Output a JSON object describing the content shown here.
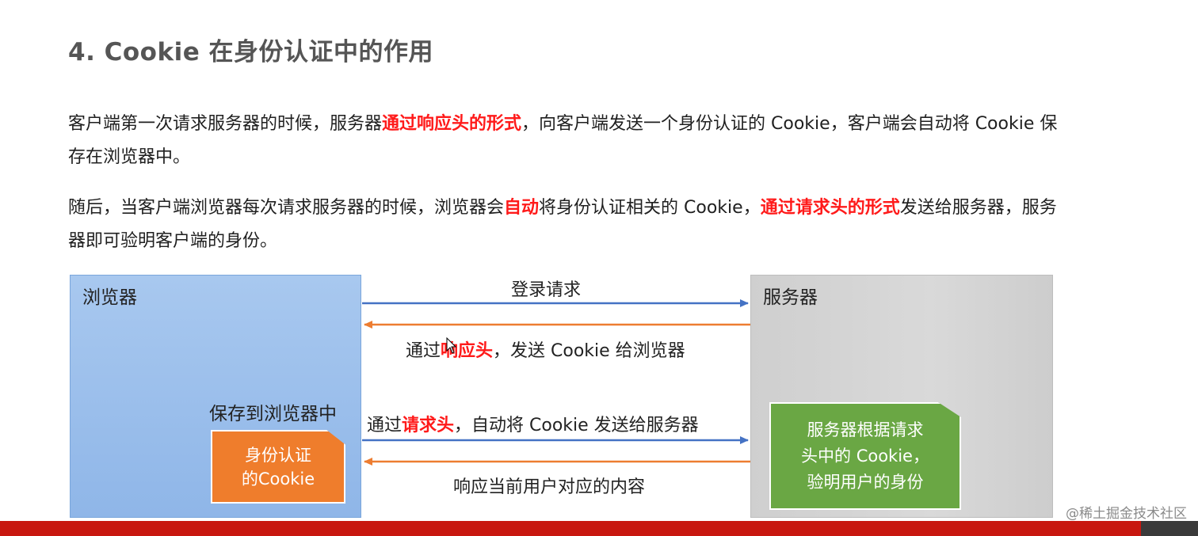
{
  "title": "4. Cookie 在身份认证中的作用",
  "paragraph1": {
    "part1": "客户端第一次请求服务器的时候，服务器",
    "highlight1": "通过响应头的形式",
    "part2": "，向客户端发送一个身份认证的 Cookie，客户端会自动将 Cookie 保存在浏览器中。"
  },
  "paragraph2": {
    "part1": "随后，当客户端浏览器每次请求服务器的时候，浏览器会",
    "highlight1": "自动",
    "part2": "将身份认证相关的 Cookie，",
    "highlight2": "通过请求头的形式",
    "part3": "发送给服务器，服务器即可验明客户端的身份。"
  },
  "diagram": {
    "browser_label": "浏览器",
    "server_label": "服务器",
    "save_label": "保存到浏览器中",
    "cookie_card": "身份认证\n的Cookie",
    "server_card": "服务器根据请求\n头中的 Cookie，\n验明用户的身份",
    "arrow_login": "登录请求",
    "arrow_response": {
      "prefix": "通过",
      "highlight": "响应头",
      "suffix": "，发送 Cookie 给浏览器"
    },
    "arrow_request": {
      "prefix": "通过",
      "highlight": "请求头",
      "suffix": "，自动将 Cookie 发送给服务器"
    },
    "arrow_content": "响应当前用户对应的内容",
    "colors": {
      "blue_arrow": "#4472c4",
      "orange_arrow": "#ed7d31",
      "highlight_red": "#ff1a1a"
    }
  },
  "watermark": "@稀土掘金技术社区"
}
